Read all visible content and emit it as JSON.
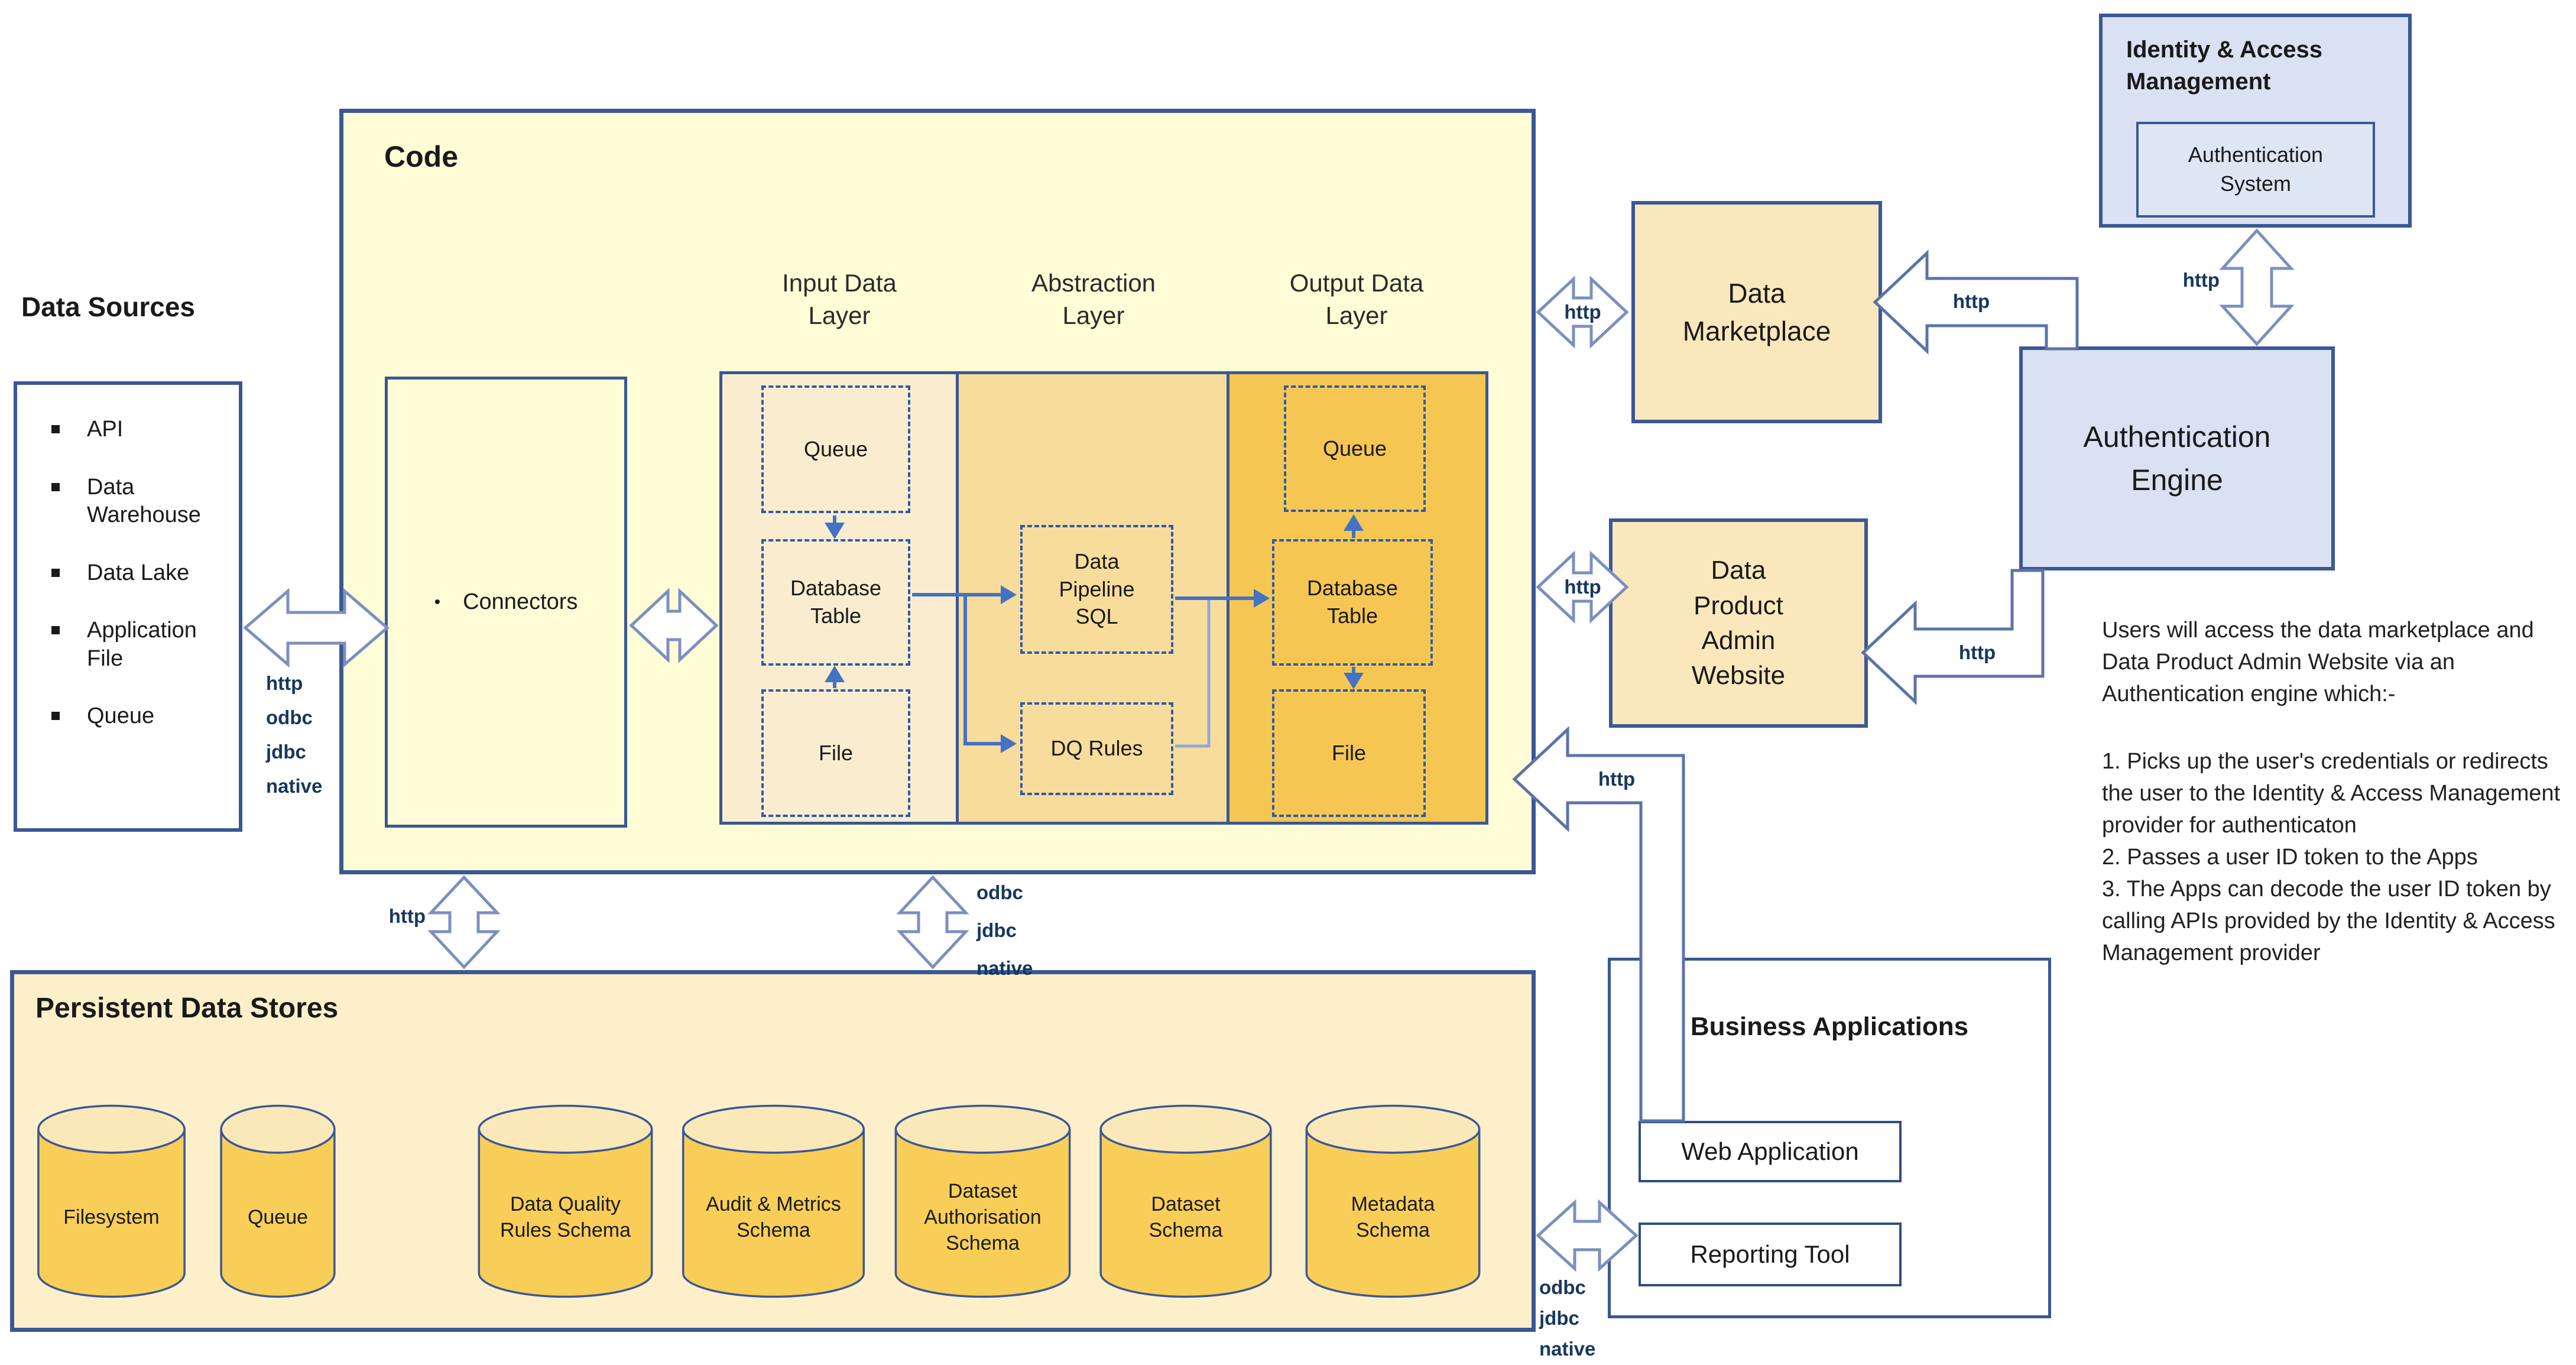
{
  "data_sources": {
    "title": "Data Sources",
    "items": [
      "API",
      "Data Warehouse",
      "Data Lake",
      "Application File",
      "Queue"
    ]
  },
  "code_area": {
    "title": "Code",
    "connectors": {
      "bullet": "•",
      "label": "Connectors"
    },
    "input_layer": {
      "header": "Input Data Layer",
      "queue": "Queue",
      "database_table": "Database Table",
      "file": "File"
    },
    "abstraction_layer": {
      "header": "Abstraction Layer",
      "data_pipeline_sql": "Data Pipeline SQL",
      "dq_rules": "DQ Rules"
    },
    "output_layer": {
      "header": "Output Data Layer",
      "queue": "Queue",
      "database_table": "Database Table",
      "file": "File"
    }
  },
  "marketplace": {
    "label": "Data Marketplace"
  },
  "admin_website": {
    "label": "Data Product Admin Website"
  },
  "iam": {
    "title": "Identity & Access Management",
    "authentication_system": "Authentication System"
  },
  "auth_engine": {
    "label": "Authentication Engine"
  },
  "persistent_stores": {
    "title": "Persistent Data Stores",
    "stores": [
      "Filesystem",
      "Queue",
      "Data Quality Rules Schema",
      "Audit & Metrics Schema",
      "Dataset Authorisation Schema",
      "Dataset Schema",
      "Metadata Schema"
    ]
  },
  "business_apps": {
    "title": "Business Applications",
    "web_application": "Web Application",
    "reporting_tool": "Reporting Tool"
  },
  "protocols": {
    "http": "http",
    "odbc": "odbc",
    "jdbc": "jdbc",
    "native": "native"
  },
  "notes": {
    "intro": "Users will access the data marketplace and Data Product Admin Website via an Authentication engine which:-",
    "steps": [
      "1. Picks up the user's credentials or redirects the user to the Identity & Access Management provider for authenticaton",
      "2. Passes a user ID token to the Apps",
      "3. The Apps can decode the user ID token by calling APIs provided by the Identity & Access Management provider"
    ]
  },
  "colors": {
    "border_blue": "#3A5894",
    "arrow_blue": "#4472C4",
    "arrow_light_blue": "#8EA9DB",
    "code_fill": "#FFFCD6",
    "input_layer_fill": "#FAEDCF",
    "abstraction_layer_fill": "#F8DC9B",
    "output_layer_fill": "#F5C752",
    "cream_fill": "#FBE7BC",
    "persistent_fill": "#FCEFCA",
    "cylinder_fill": "#F8CE58",
    "cylinder_top_fill": "#FBE8B8",
    "light_blue_fill": "#D9E1F2",
    "protocol_label_text": "#17375E"
  }
}
